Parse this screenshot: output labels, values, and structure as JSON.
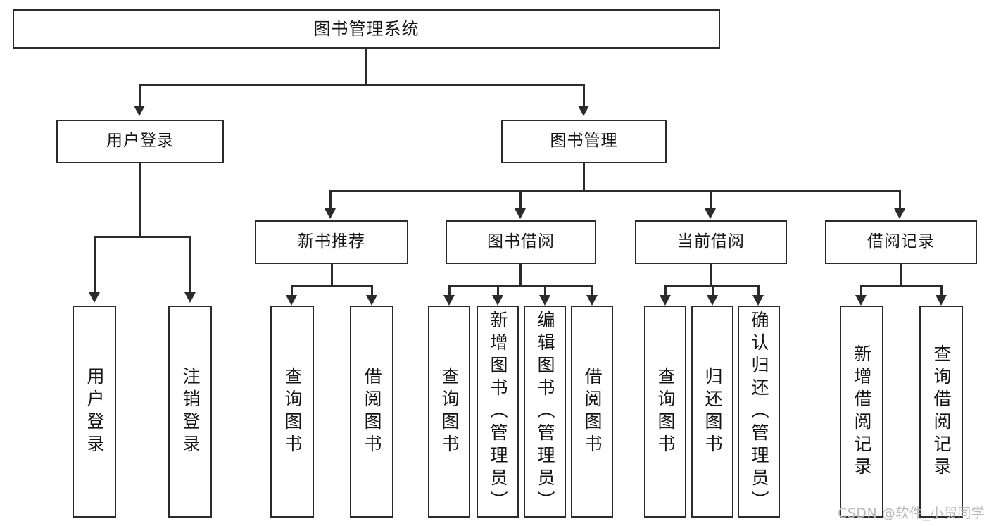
{
  "diagram": {
    "title": "图书管理系统",
    "type": "tree",
    "watermark": "CSDN @软件_小贺同学",
    "colors": {
      "stroke": "#2b2b2b",
      "fill": "#ffffff",
      "text": "#141414",
      "watermark": "#b9b9b9"
    }
  },
  "nodes": {
    "root": {
      "label": "图书管理系统"
    },
    "level2": [
      {
        "id": "user-login",
        "label": "用户登录"
      },
      {
        "id": "book-manage",
        "label": "图书管理"
      }
    ],
    "level3": [
      {
        "id": "new-book-recommend",
        "label": "新书推荐"
      },
      {
        "id": "book-borrow",
        "label": "图书借阅"
      },
      {
        "id": "current-borrow",
        "label": "当前借阅"
      },
      {
        "id": "borrow-record",
        "label": "借阅记录"
      }
    ],
    "leaves": {
      "user_login": [
        {
          "id": "leaf-user-login",
          "label": "用户登录"
        },
        {
          "id": "leaf-logout-login",
          "label": "注销登录"
        }
      ],
      "new_book_recommend": [
        {
          "id": "leaf-query-book-1",
          "label": "查询图书"
        },
        {
          "id": "leaf-borrow-book-1",
          "label": "借阅图书"
        }
      ],
      "book_borrow": [
        {
          "id": "leaf-query-book-2",
          "label": "查询图书"
        },
        {
          "id": "leaf-add-book-admin",
          "label": "新增图书（管理员）"
        },
        {
          "id": "leaf-edit-book-admin",
          "label": "编辑图书（管理员）"
        },
        {
          "id": "leaf-borrow-book-2",
          "label": "借阅图书"
        }
      ],
      "current_borrow": [
        {
          "id": "leaf-query-book-3",
          "label": "查询图书"
        },
        {
          "id": "leaf-return-book",
          "label": "归还图书"
        },
        {
          "id": "leaf-confirm-return-admin",
          "label": "确认归还（管理员）"
        }
      ],
      "borrow_record": [
        {
          "id": "leaf-add-borrow-record",
          "label": "新增借阅记录"
        },
        {
          "id": "leaf-query-borrow-record",
          "label": "查询借阅记录"
        }
      ]
    }
  }
}
